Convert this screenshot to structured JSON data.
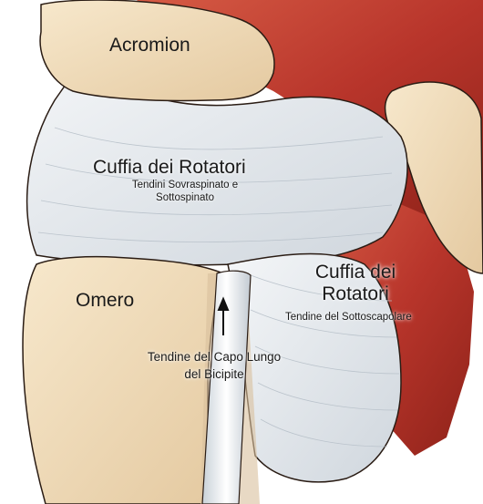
{
  "labels": {
    "acromion": "Acromion",
    "cuffia_sup_title": "Cuffia dei Rotatori",
    "cuffia_sup_sub1": "Tendini Sovraspinato e",
    "cuffia_sup_sub2": "Sottospinato",
    "omero": "Omero",
    "cuffia_right_line1": "Cuffia dei",
    "cuffia_right_line2": "Rotatori",
    "cuffia_right_sub": "Tendine del Sottoscapolare",
    "biceps_line1": "Tendine del Capo Lungo",
    "biceps_line2": "del Bicipite"
  },
  "colors": {
    "bone": "#f2dfc0",
    "muscle": "#b8352b",
    "tendon": "#e9edf1",
    "outline": "#2a1c14"
  }
}
